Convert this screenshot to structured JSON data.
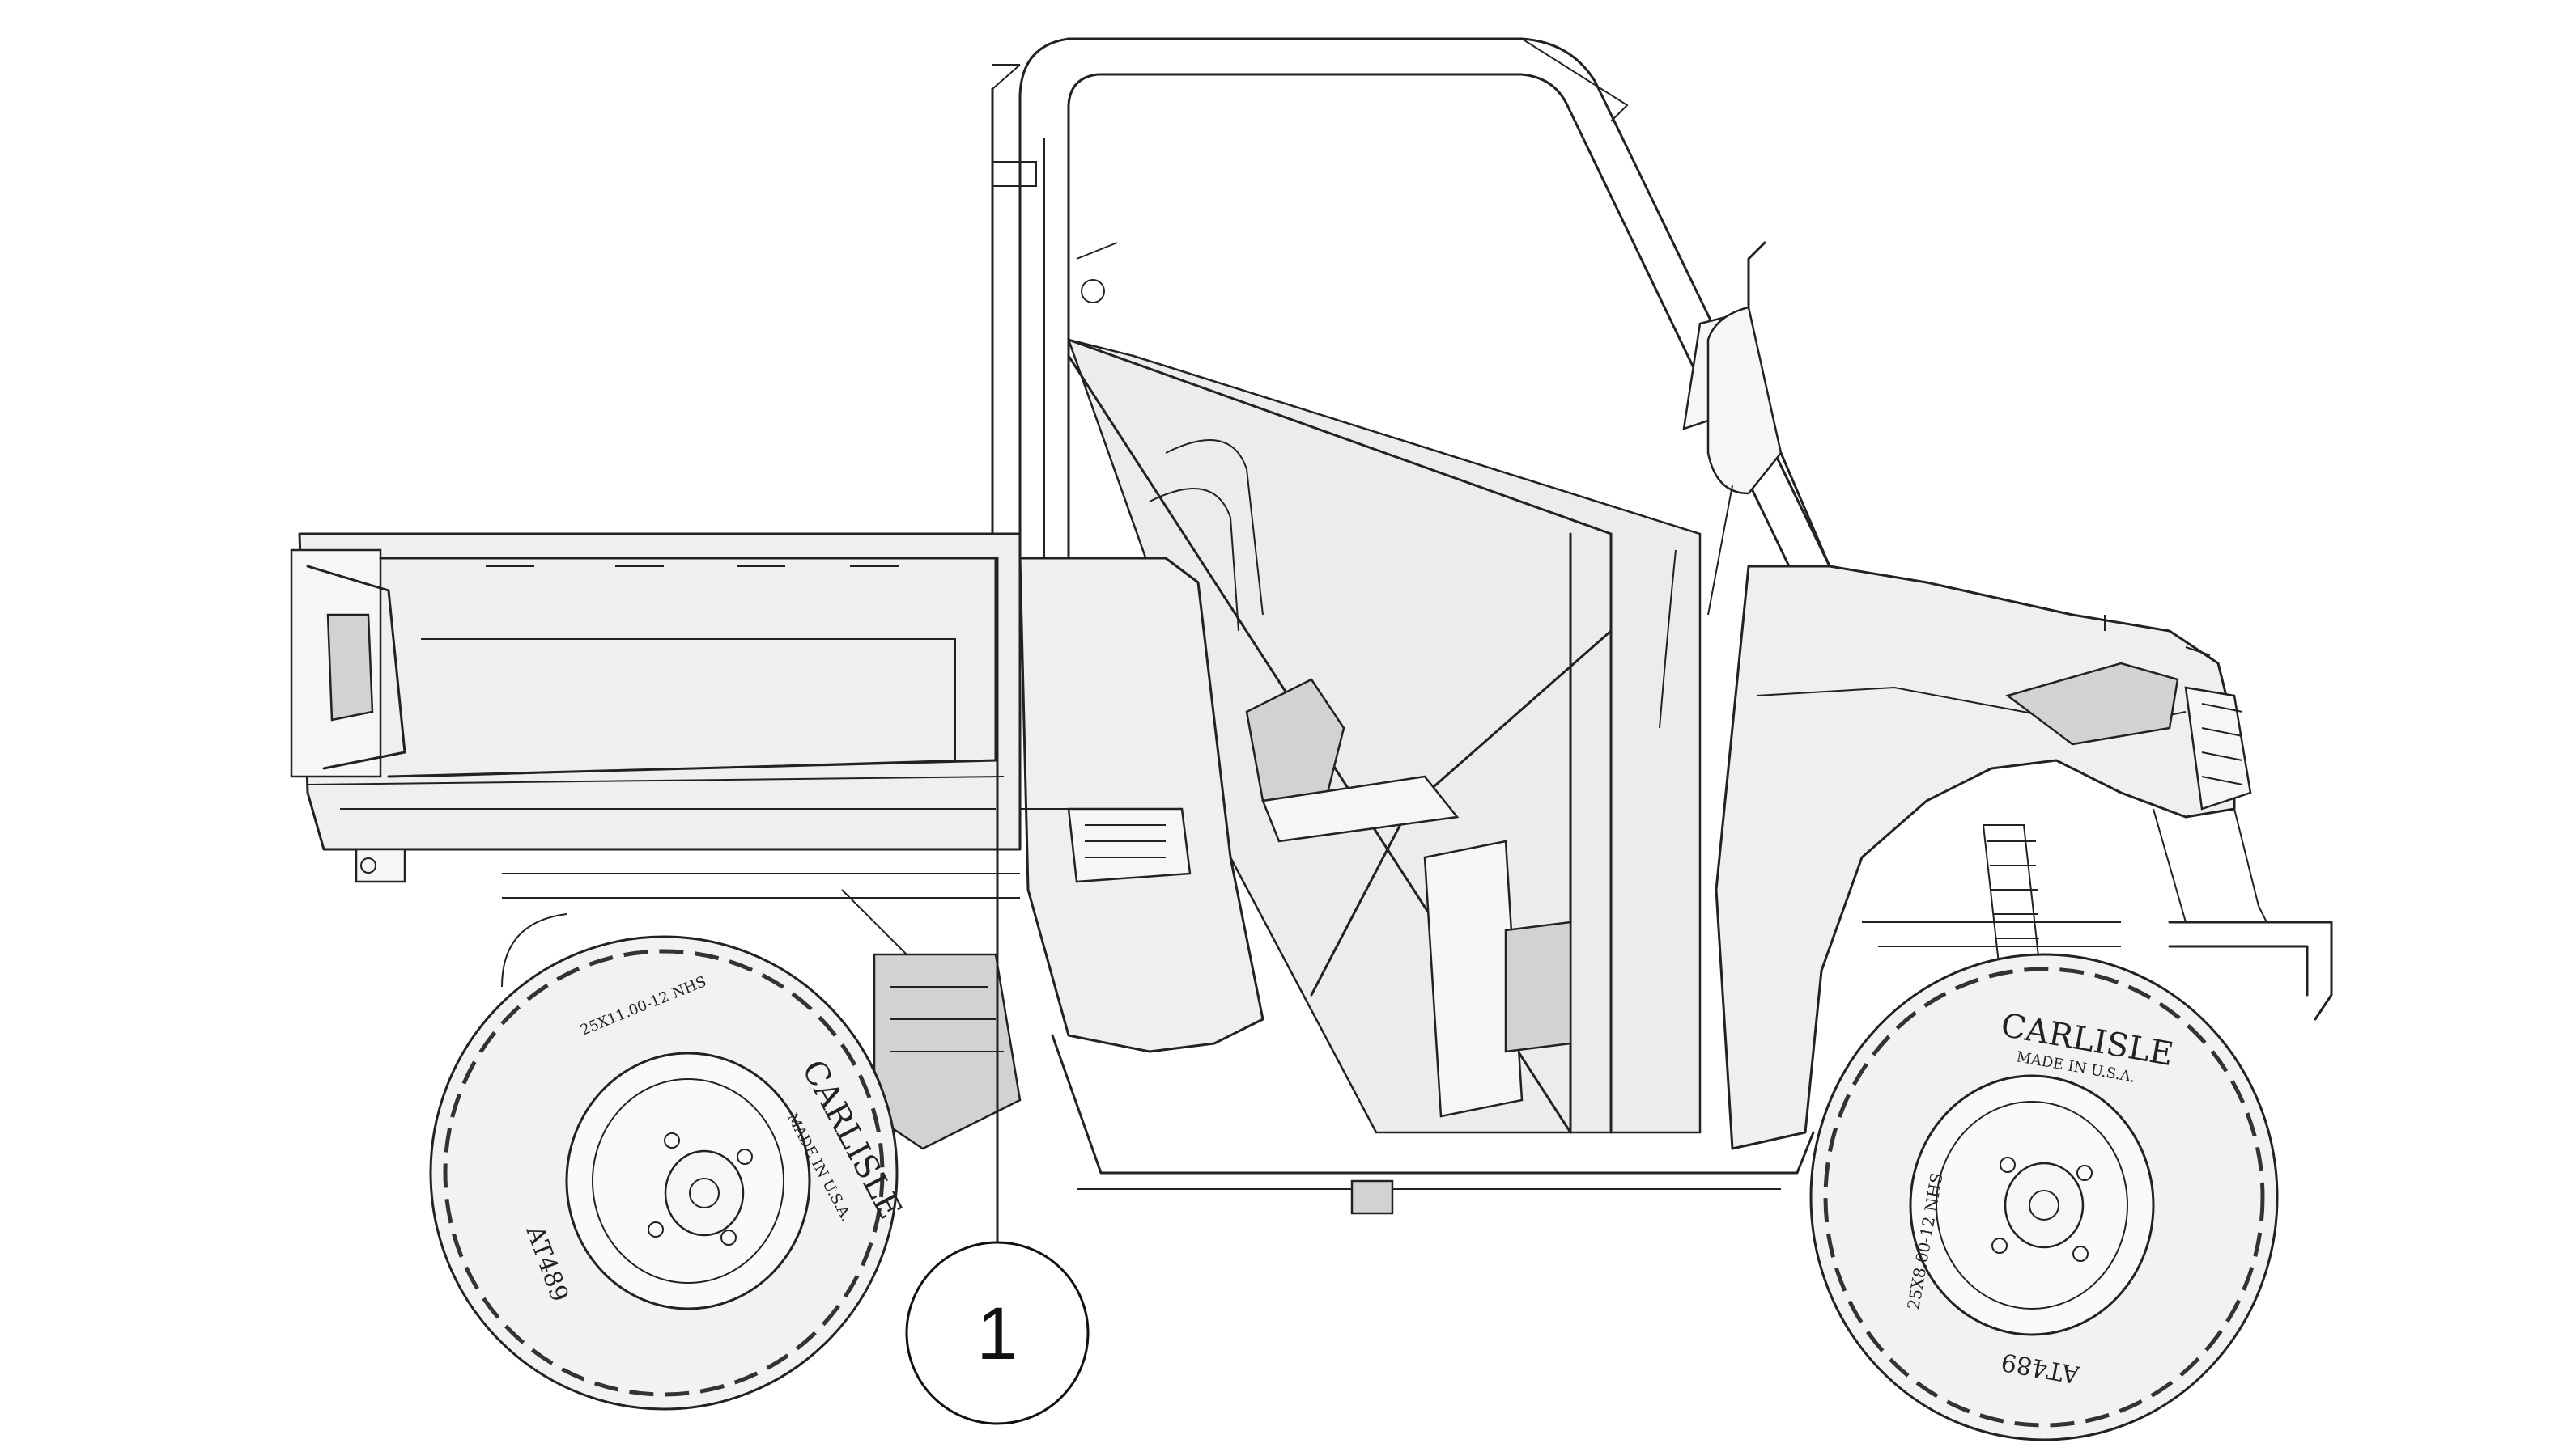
{
  "diagram": {
    "callouts": [
      {
        "label": "1"
      }
    ],
    "tire_markings": {
      "rear_brand": "CARLISLE",
      "rear_origin": "MADE IN U.S.A.",
      "rear_size": "25X11.00-12 NHS",
      "rear_model": "AT489",
      "front_brand": "CARLISLE",
      "front_origin": "MADE IN U.S.A.",
      "front_size": "25X8.00-12 NHS",
      "front_model": "AT489"
    }
  }
}
